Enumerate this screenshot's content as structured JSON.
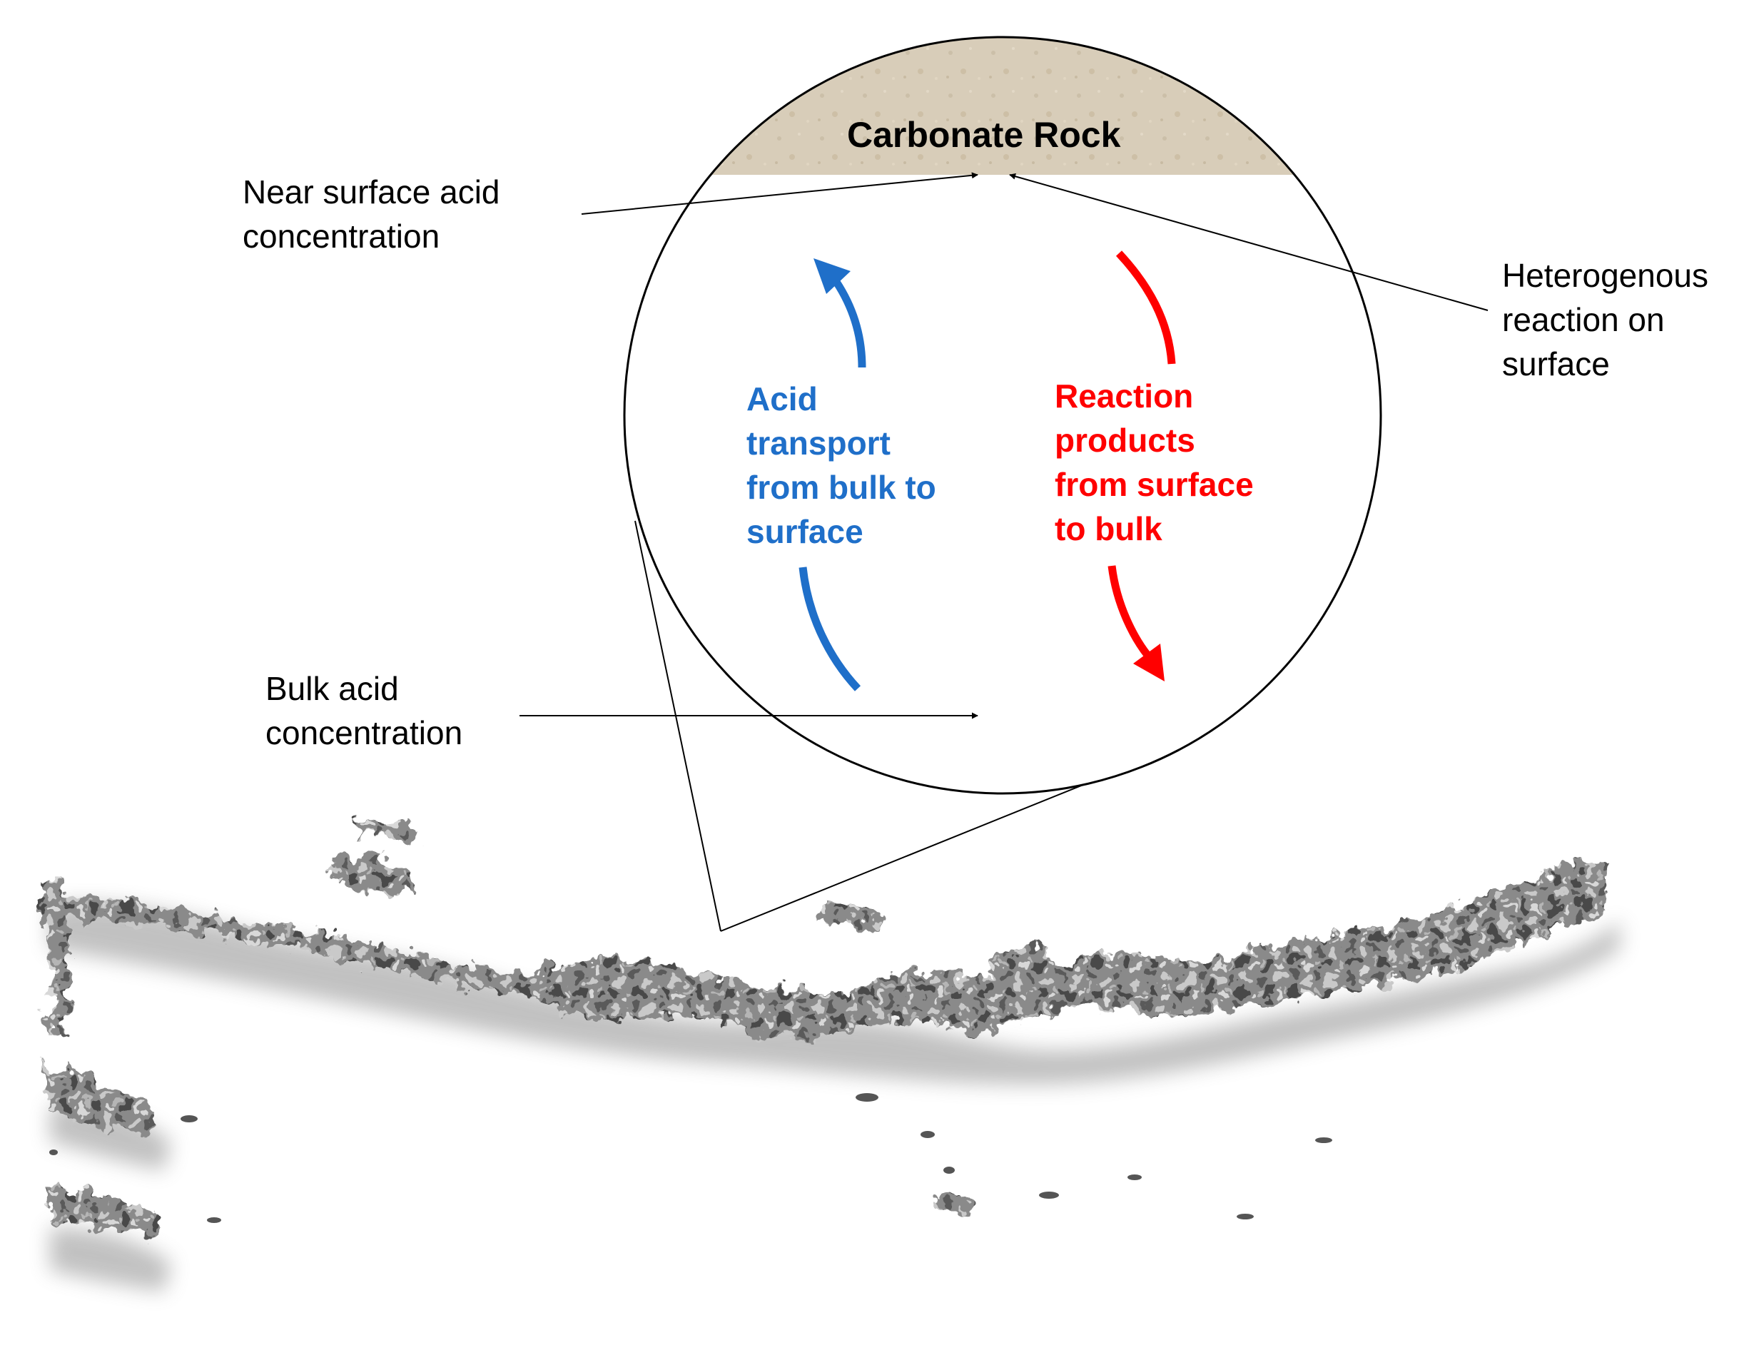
{
  "labels": {
    "rock": "Carbonate Rock",
    "near_surface": "Near surface acid\nconcentration",
    "heterogeneous": "Heterogenous\nreaction on\nsurface",
    "bulk": "Bulk acid\nconcentration",
    "acid_transport": "Acid\ntransport\nfrom bulk to\nsurface",
    "reaction_products": "Reaction\nproducts\nfrom surface\nto bulk"
  },
  "colors": {
    "acid_transport": "#1f6fc9",
    "reaction_products": "#ff0000",
    "rock_fill": "#d6cbb8",
    "outline": "#000000"
  },
  "icons": {
    "acid_transport_arrow": "curved-arrow-up",
    "reaction_products_arrow": "curved-arrow-down",
    "pore_network": "grayscale-wormhole-image"
  }
}
